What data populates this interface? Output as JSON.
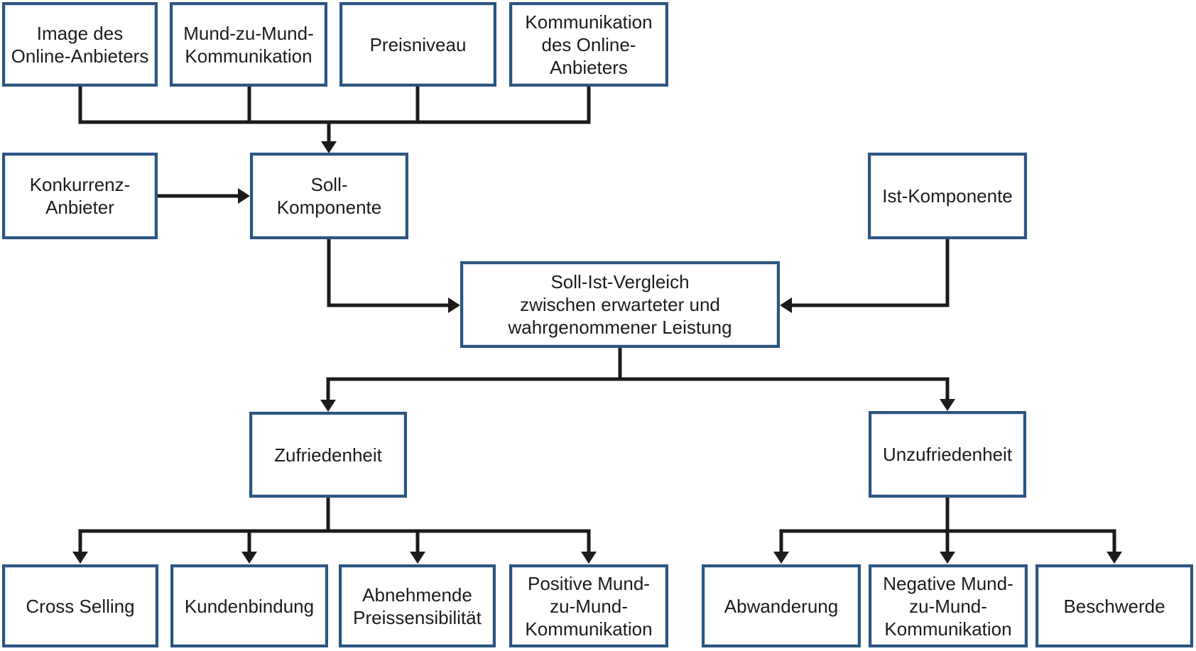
{
  "colors": {
    "box_border": "#2b5580",
    "box_fill": "#ffffff",
    "line": "#1b1b1b",
    "text": "#1c1c1c",
    "background": "#ffffff"
  },
  "nodes": {
    "image_online_anbieter": {
      "label": "Image des\nOnline-Anbieters"
    },
    "mund_zu_mund": {
      "label": "Mund-zu-Mund-\nKommunikation"
    },
    "preisniveau": {
      "label": "Preisniveau"
    },
    "kommunikation_online_anbieter": {
      "label": "Kommunikation\ndes Online-\nAnbieters"
    },
    "konkurrenz_anbieter": {
      "label": "Konkurrenz-\nAnbieter"
    },
    "soll_komponente": {
      "label": "Soll-\nKomponente"
    },
    "ist_komponente": {
      "label": "Ist-Komponente"
    },
    "soll_ist_vergleich": {
      "label": "Soll-Ist-Vergleich\nzwischen erwarteter und\nwahrgenommener Leistung"
    },
    "zufriedenheit": {
      "label": "Zufriedenheit"
    },
    "unzufriedenheit": {
      "label": "Unzufriedenheit"
    },
    "cross_selling": {
      "label": "Cross Selling"
    },
    "kundenbindung": {
      "label": "Kundenbindung"
    },
    "abnehmende_preissensibilitaet": {
      "label": "Abnehmende\nPreissensibilität"
    },
    "positive_mund_zu_mund": {
      "label": "Positive Mund-\nzu-Mund-\nKommunikation"
    },
    "abwanderung": {
      "label": "Abwanderung"
    },
    "negative_mund_zu_mund": {
      "label": "Negative Mund-\nzu-Mund-\nKommunikation"
    },
    "beschwerde": {
      "label": "Beschwerde"
    }
  }
}
